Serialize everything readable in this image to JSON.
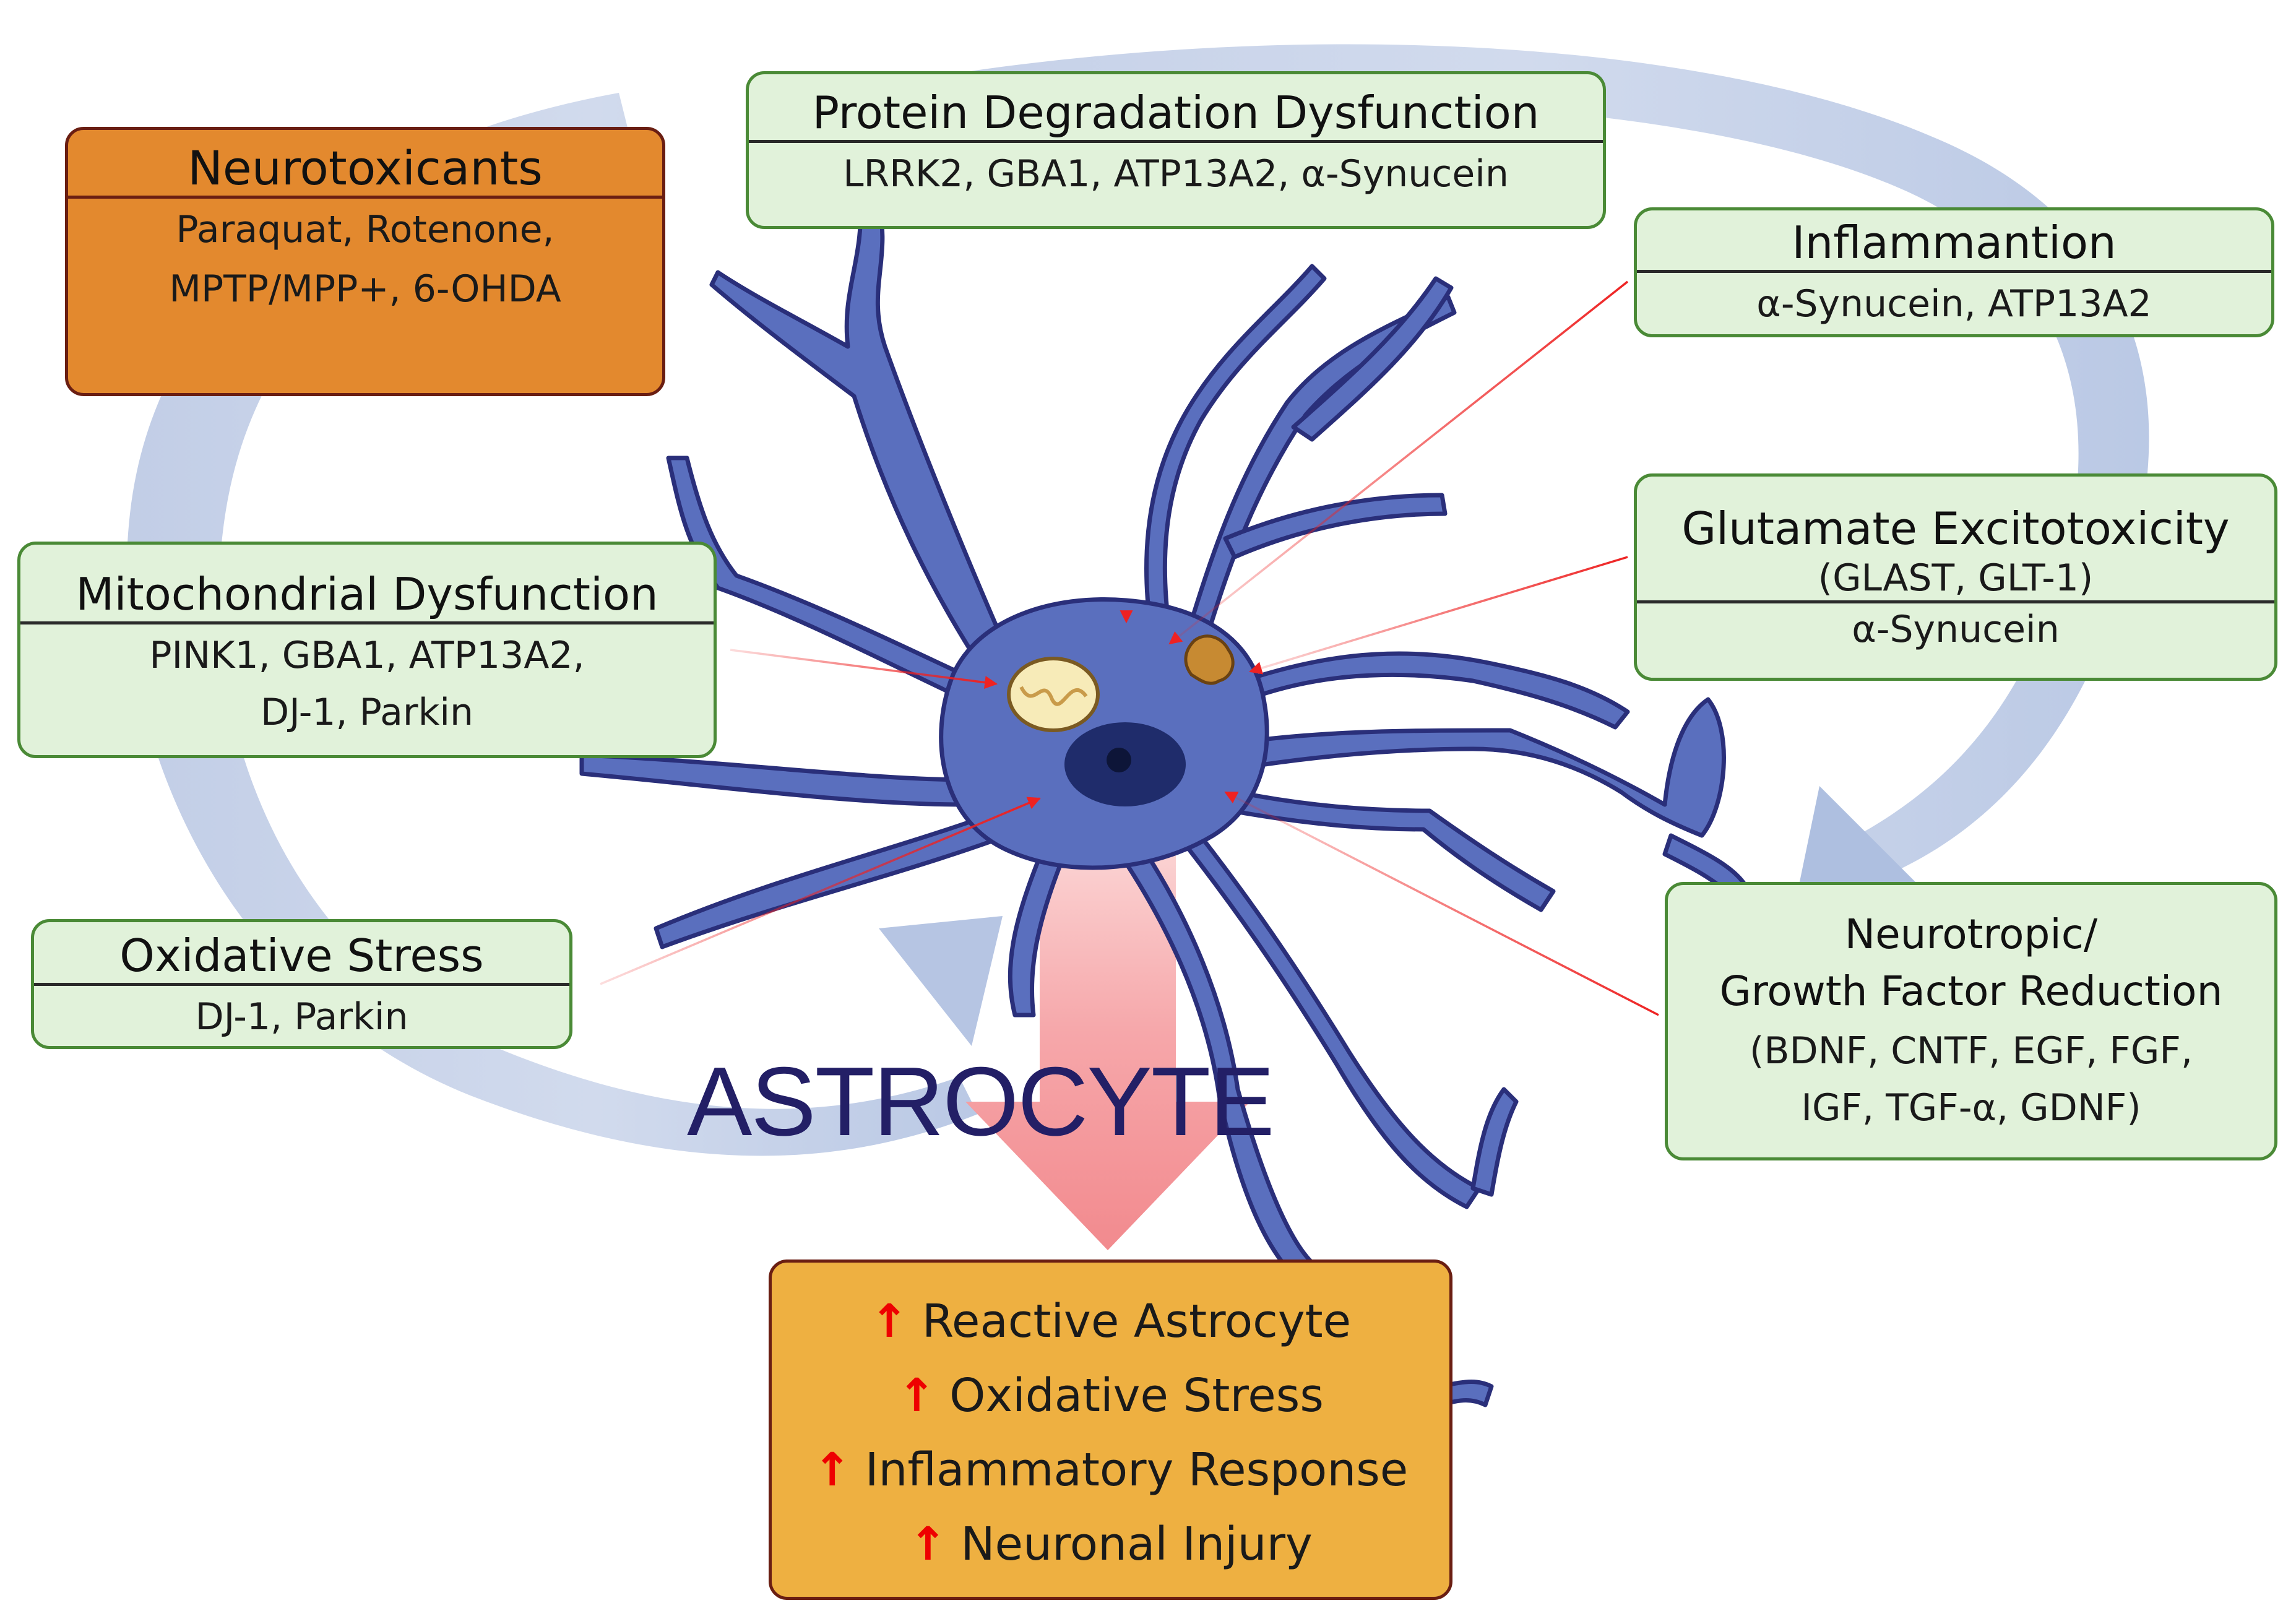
{
  "cell_label": "ASTROCYTE",
  "boxes": {
    "neurotoxicants": {
      "title": "Neurotoxicants",
      "line1": "Paraquat, Rotenone,",
      "line2": "MPTP/MPP+, 6-OHDA"
    },
    "protein": {
      "title": "Protein Degradation Dysfunction",
      "line1": "LRRK2, GBA1, ATP13A2, α-Synucein"
    },
    "inflammation": {
      "title": "Inflammantion",
      "line1": "α-Synucein, ATP13A2"
    },
    "glutamate": {
      "title": "Glutamate Excitotoxicity",
      "subtitle": "(GLAST, GLT-1)",
      "line1": "α-Synucein"
    },
    "mitochondrial": {
      "title": "Mitochondrial Dysfunction",
      "line1": "PINK1, GBA1, ATP13A2,",
      "line2": "DJ-1, Parkin"
    },
    "oxidative": {
      "title": "Oxidative Stress",
      "line1": "DJ-1, Parkin"
    },
    "neurotropic": {
      "title1": "Neurotropic/",
      "title2": "Growth Factor Reduction",
      "line1": "(BDNF, CNTF, EGF, FGF,",
      "line2": "IGF, TGF-α, GDNF)"
    }
  },
  "results": {
    "arrow_symbol": "↑",
    "items": [
      "Reactive Astrocyte",
      "Oxidative Stress",
      "Inflammatory Response",
      "Neuronal Injury"
    ]
  },
  "colors": {
    "cell_body": "#5a6fbe",
    "cell_outline": "#2a2f7a",
    "nucleus": "#1f2c6b",
    "cycle_arrow": "#b8c6e2",
    "pathway_arrow": "#ee2222",
    "down_arrow": "#f28a8e",
    "green_box": "#e1f2da",
    "orange_box": "#e3892e",
    "result_box": "#eeb041"
  }
}
